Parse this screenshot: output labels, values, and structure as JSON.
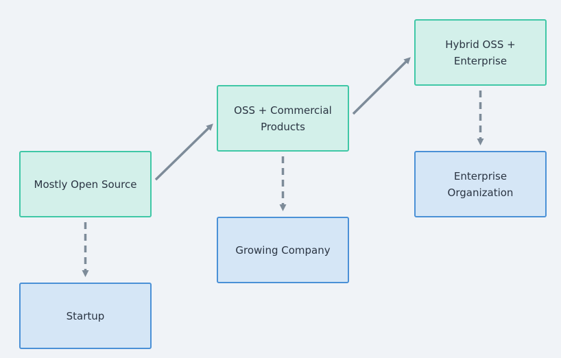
{
  "diagram": {
    "nodes": {
      "mostly_open_source": {
        "label": "Mostly Open Source",
        "kind": "model"
      },
      "startup": {
        "label": "Startup",
        "kind": "stage"
      },
      "oss_commercial": {
        "label": "OSS + Commercial Products",
        "kind": "model"
      },
      "growing_company": {
        "label": "Growing Company",
        "kind": "stage"
      },
      "hybrid_oss": {
        "label": "Hybrid OSS + Enterprise",
        "kind": "model"
      },
      "enterprise_org": {
        "label": "Enterprise Organization",
        "kind": "stage"
      }
    },
    "edges": [
      {
        "from": "mostly_open_source",
        "to": "oss_commercial",
        "style": "solid"
      },
      {
        "from": "oss_commercial",
        "to": "hybrid_oss",
        "style": "solid"
      },
      {
        "from": "mostly_open_source",
        "to": "startup",
        "style": "dashed"
      },
      {
        "from": "oss_commercial",
        "to": "growing_company",
        "style": "dashed"
      },
      {
        "from": "hybrid_oss",
        "to": "enterprise_org",
        "style": "dashed"
      }
    ],
    "colors": {
      "model_fill": "#d3f0ea",
      "model_border": "#3fc7a6",
      "stage_fill": "#d5e6f6",
      "stage_border": "#4a90d6",
      "arrow": "#7d8b99"
    }
  }
}
